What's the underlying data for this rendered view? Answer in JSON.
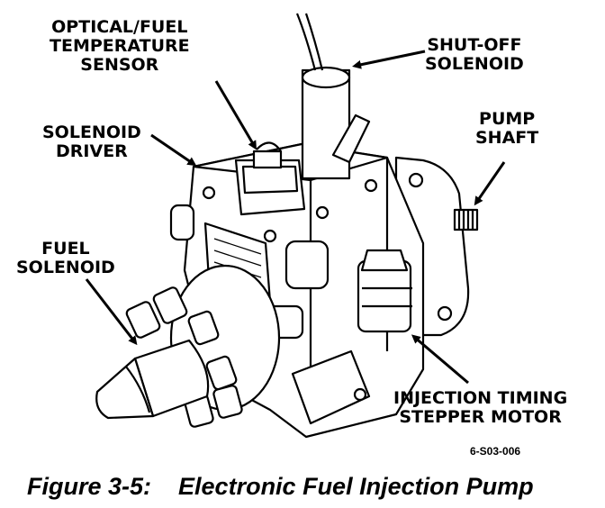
{
  "labels": {
    "optical_sensor": [
      "OPTICAL/FUEL",
      "TEMPERATURE",
      "SENSOR"
    ],
    "shutoff_solenoid": [
      "SHUT-OFF",
      "SOLENOID"
    ],
    "solenoid_driver": [
      "SOLENOID",
      "DRIVER"
    ],
    "pump_shaft": [
      "PUMP",
      "SHAFT"
    ],
    "fuel_solenoid": [
      "FUEL",
      "SOLENOID"
    ],
    "stepper_motor": [
      "INJECTION TIMING",
      "STEPPER MOTOR"
    ]
  },
  "reference_code": "6-S03-006",
  "caption": {
    "number": "Figure 3-5:",
    "title": "Electronic Fuel Injection Pump"
  }
}
